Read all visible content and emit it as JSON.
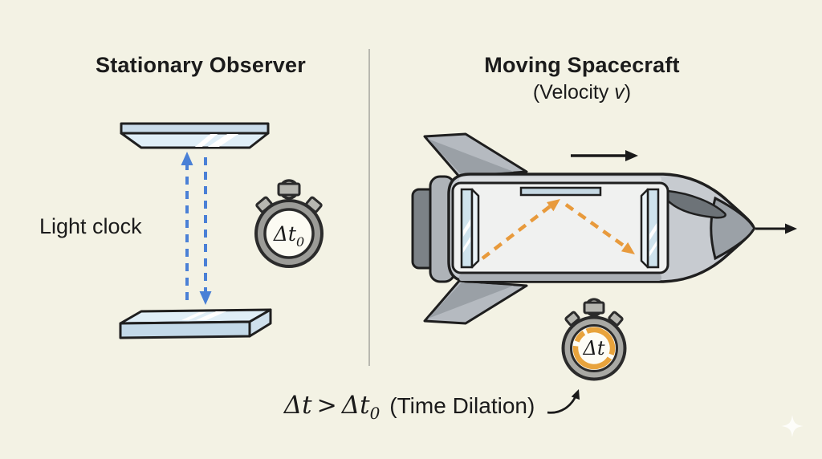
{
  "left_panel": {
    "title": "Stationary Observer",
    "light_clock_label": "Light clock",
    "stopwatch": {
      "label": "Δt",
      "sub": "0"
    }
  },
  "right_panel": {
    "title": "Moving Spacecraft",
    "subtitle_pre": "(Velocity ",
    "subtitle_var": "v",
    "subtitle_post": ")",
    "stopwatch": {
      "label": "Δt"
    }
  },
  "formula": {
    "lhs": "Δt",
    "op": ">",
    "rhs": "Δt",
    "rhs_sub": "0",
    "note": "(Time Dilation)"
  },
  "colors": {
    "background": "#f3f2e4",
    "ink": "#1b1b1b",
    "divider": "#b9b9b0",
    "beam_blue": "#4a80d6",
    "beam_orange": "#e89a3c",
    "stopwatch_ring_orange": "#e8a33c",
    "mirror_glass": "#dfeef7",
    "mirror_glass_dark": "#c3d9e8",
    "hull_gray": "#c7cbd0",
    "hull_dark_gray": "#9aa0a6",
    "cabin_fill": "#f0f1f0"
  }
}
